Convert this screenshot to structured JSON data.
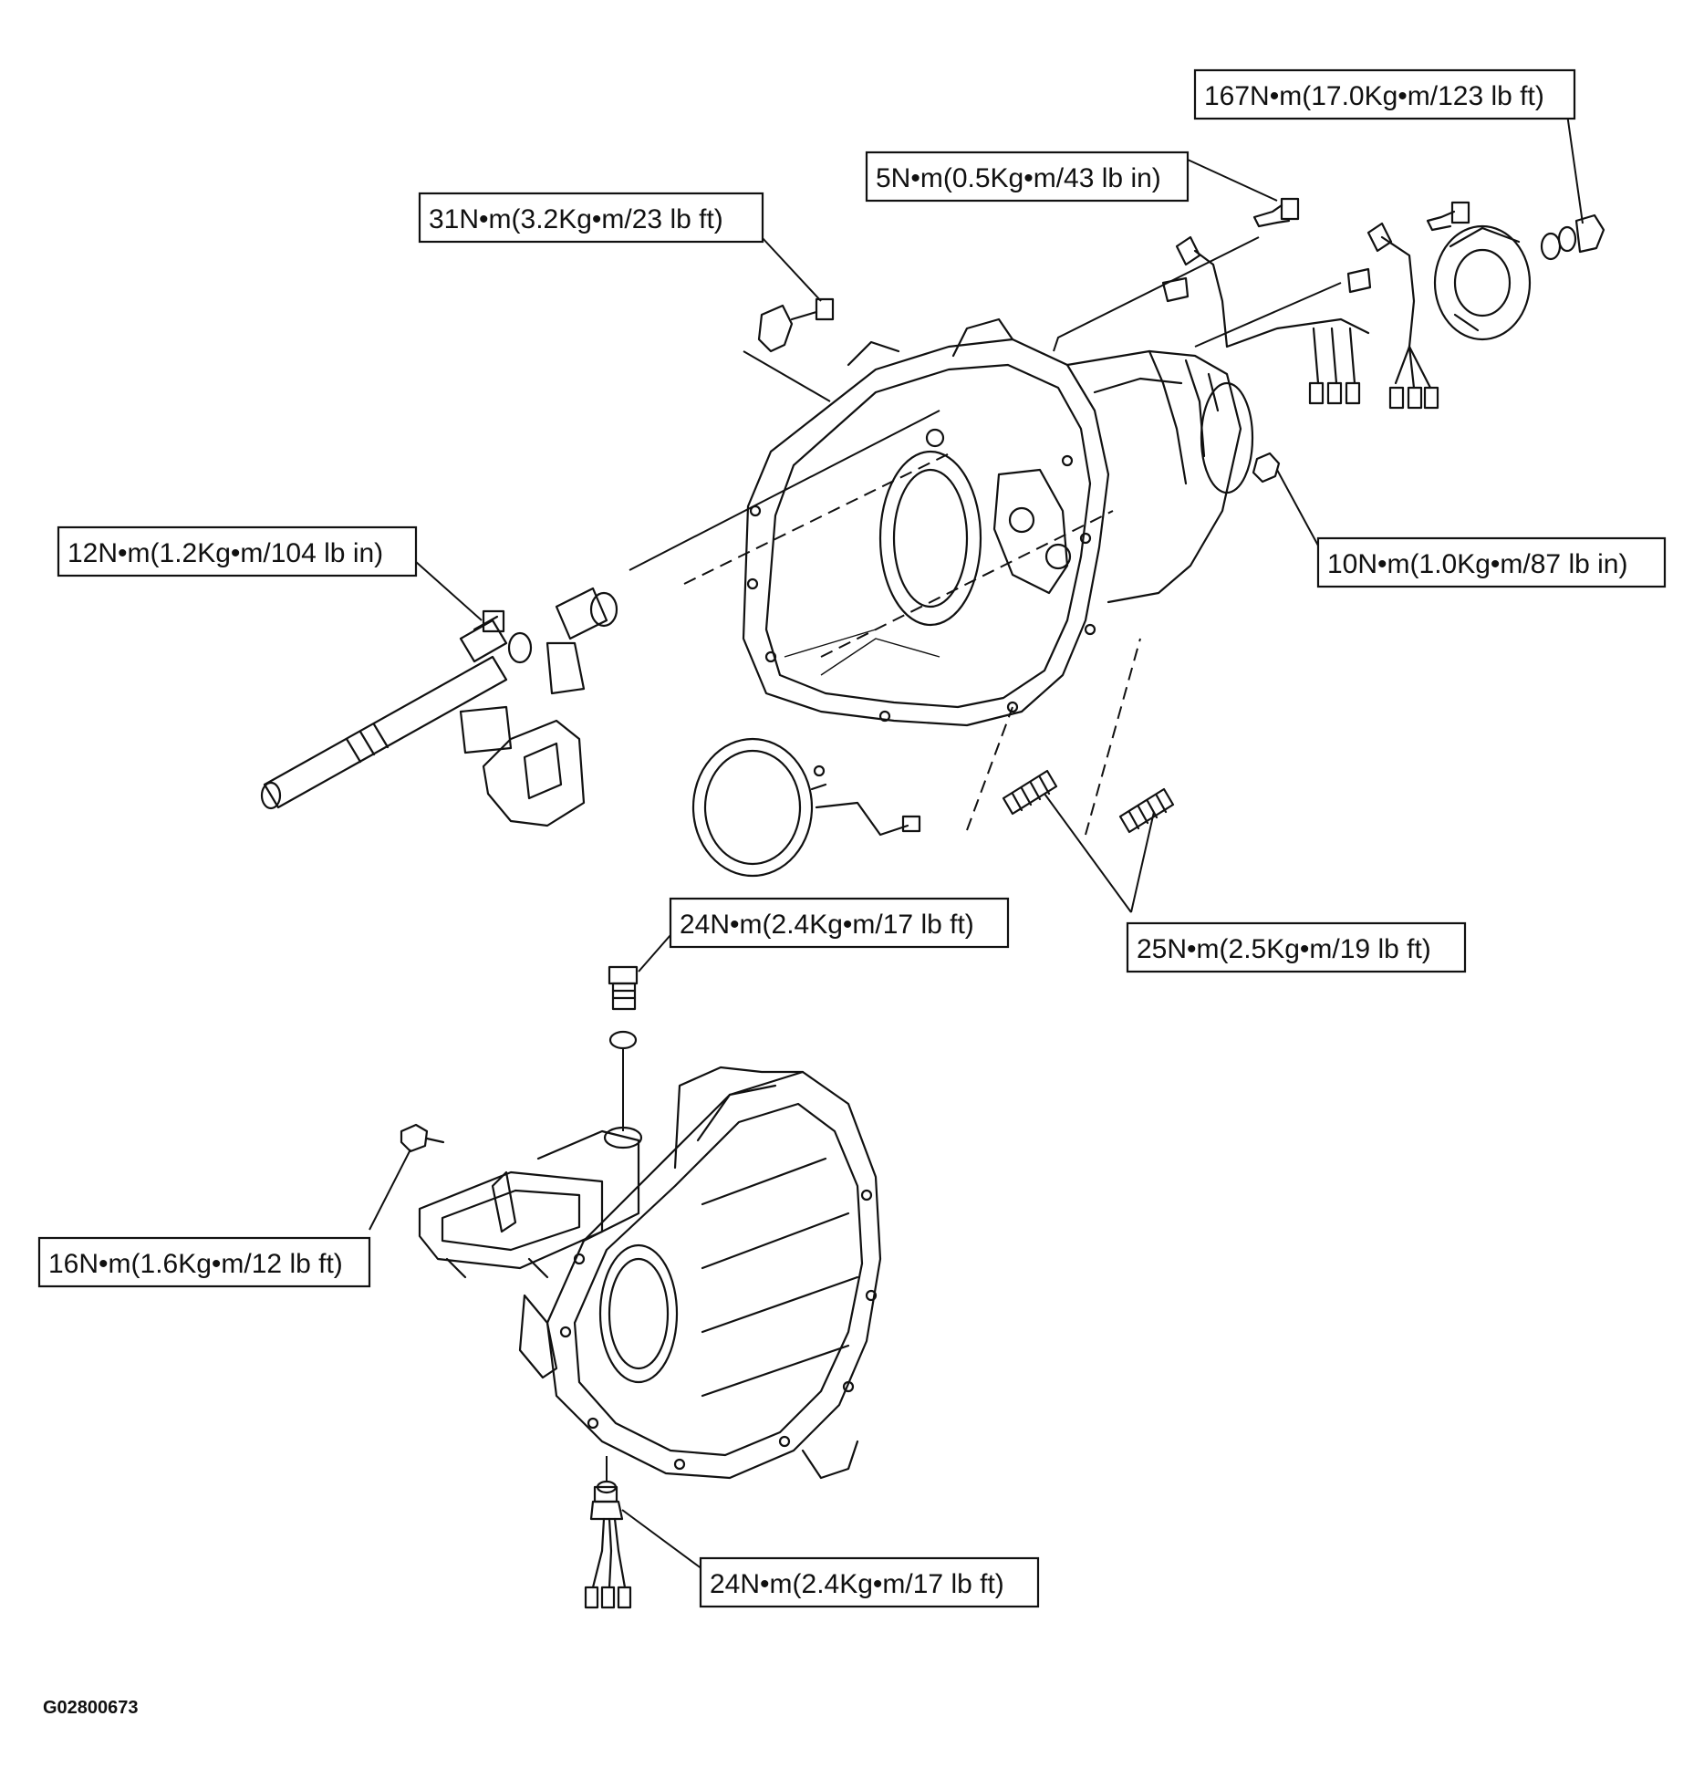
{
  "figure_code": "G02800673",
  "torque_labels": {
    "t167": "167N•m(17.0Kg•m/123 lb ft)",
    "t5": "5N•m(0.5Kg•m/43 lb in)",
    "t31": "31N•m(3.2Kg•m/23 lb ft)",
    "t12": "12N•m(1.2Kg•m/104 lb in)",
    "t10": "10N•m(1.0Kg•m/87 lb in)",
    "t24a": "24N•m(2.4Kg•m/17 lb ft)",
    "t25": "25N•m(2.5Kg•m/19 lb ft)",
    "t16": "16N•m(1.6Kg•m/12 lb ft)",
    "t24b": "24N•m(2.4Kg•m/17 lb ft)"
  }
}
